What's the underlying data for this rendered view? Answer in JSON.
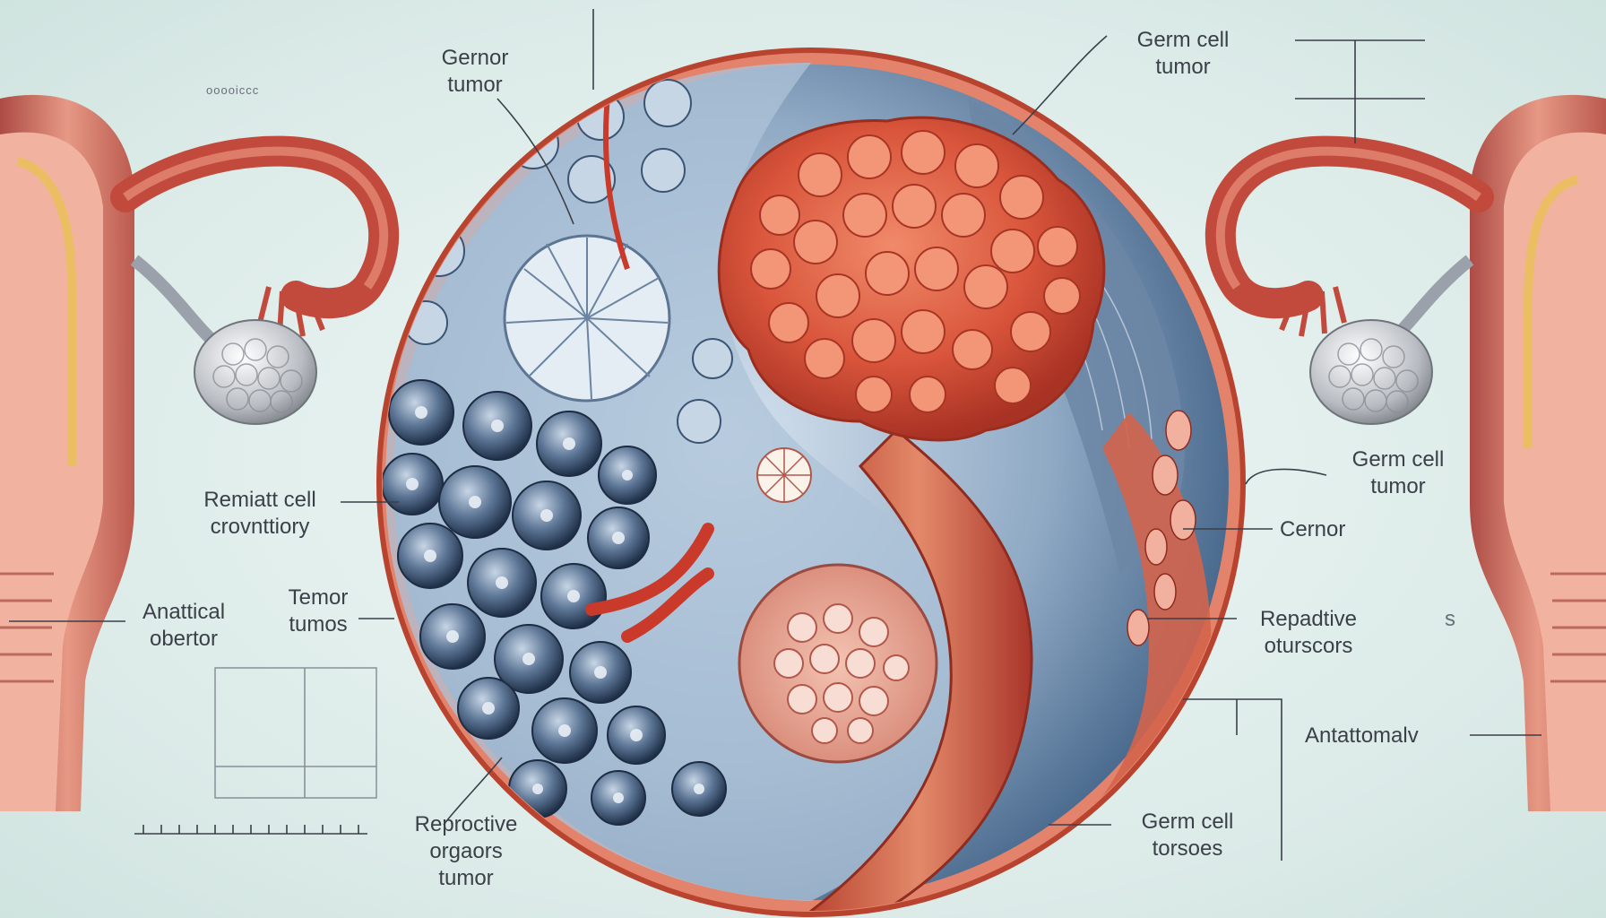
{
  "labels": {
    "top_small": "ooooiccc",
    "germ_tumor_top_left": [
      "Gernor",
      "tumor"
    ],
    "germ_cell_tumor_top": [
      "Germ cell",
      "tumor"
    ],
    "germ_cell_tumor_right": [
      "Germ cell",
      "tumor"
    ],
    "cernor": "Cernor",
    "remnant_cell": [
      "Remiatt cell",
      "crovnttiory"
    ],
    "anatomical": [
      "Anattical",
      "obertor"
    ],
    "temor_tumos": [
      "Temor",
      "tumos"
    ],
    "repaditive": [
      "Repadtive",
      "oturscors"
    ],
    "antatomal": "Antattomalv",
    "reproductive_organs": [
      "Reproctive",
      "orgaors",
      "tumor"
    ],
    "germ_cell_torsoes": [
      "Germ cell",
      "torsoes"
    ],
    "side_small": "s"
  },
  "colors": {
    "background": "#e3f0ee",
    "tumor": "#d9553b",
    "tissue_blue": "#3e5f84",
    "uterus": "#c9574a",
    "ovary": "#b8bcc2",
    "label_text": "#3a3f48"
  }
}
